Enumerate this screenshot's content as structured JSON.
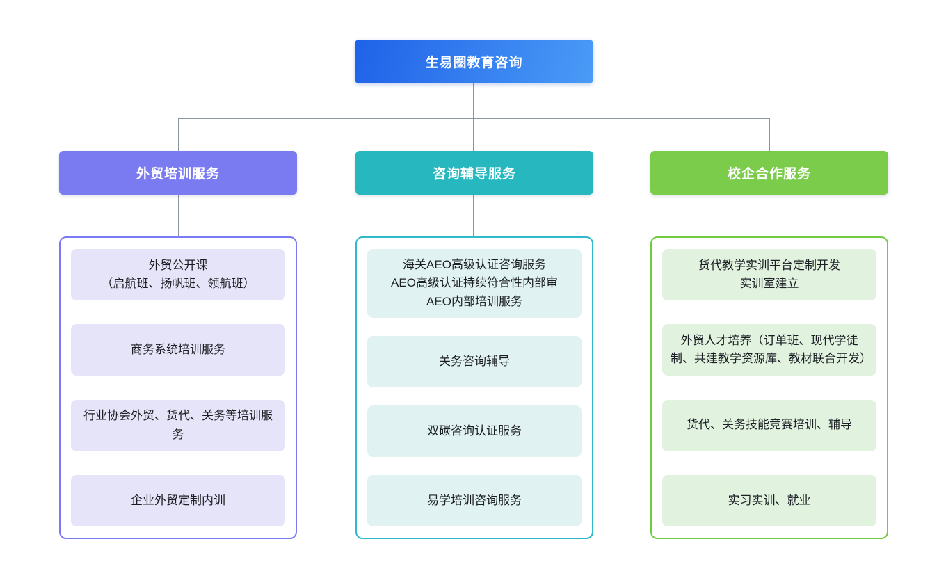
{
  "root": {
    "label": "生易圈教育咨询"
  },
  "branches": [
    {
      "label": "外贸培训服务",
      "items": [
        {
          "text": "外贸公开课\n（启航班、扬帆班、领航班）"
        },
        {
          "text": "商务系统培训服务"
        },
        {
          "text": "行业协会外贸、货代、关务等培训服务"
        },
        {
          "text": "企业外贸定制内训"
        }
      ]
    },
    {
      "label": "咨询辅导服务",
      "items": [
        {
          "text": "海关AEO高级认证咨询服务\nAEO高级认证持续符合性内部审\nAEO内部培训服务"
        },
        {
          "text": "关务咨询辅导"
        },
        {
          "text": "双碳咨询认证服务"
        },
        {
          "text": "易学培训咨询服务"
        }
      ]
    },
    {
      "label": "校企合作服务",
      "items": [
        {
          "text": "货代教学实训平台定制开发\n实训室建立"
        },
        {
          "text": "外贸人才培养（订单班、现代学徒制、共建教学资源库、教材联合开发）"
        },
        {
          "text": "货代、关务技能竞赛培训、辅导"
        },
        {
          "text": "实习实训、就业"
        }
      ]
    }
  ],
  "colors": {
    "root_gradient_start": "#1F62E8",
    "root_gradient_end": "#4A9BF7",
    "branch1": "#7B7BF1",
    "branch2": "#26B8BE",
    "bran3_placeholder": "",
    "branch3": "#7BCC4B",
    "branch1_border": "#7B7BF1",
    "branch2_border": "#2FB9C9",
    "branch3_border": "#70CC3F",
    "branch1_leaf_bg": "#E6E4F8",
    "branch2_leaf_bg": "#E1F2F3",
    "branch3_leaf_bg": "#E1F2DF",
    "connector": "#8A95A3"
  }
}
